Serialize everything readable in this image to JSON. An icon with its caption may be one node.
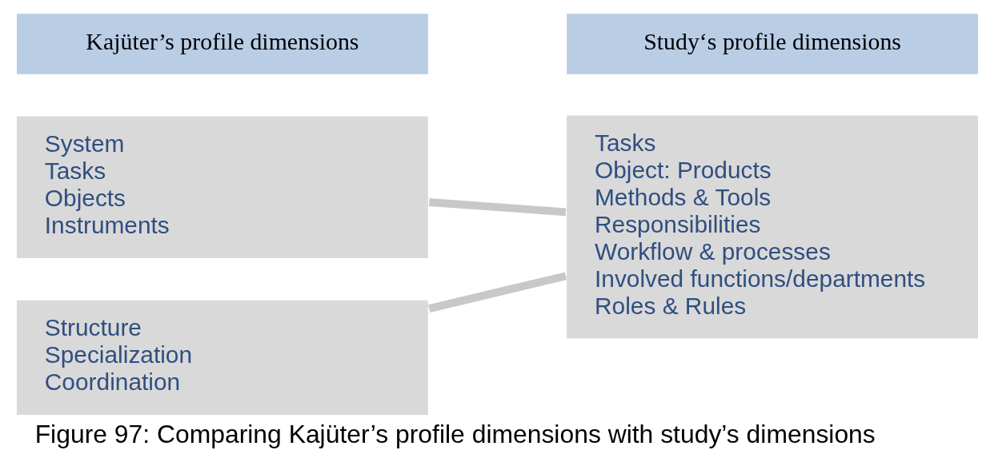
{
  "diagram": {
    "caption": "Figure 97: Comparing Kajüter’s profile dimensions with study’s dimensions",
    "nodes": [
      {
        "text": [
          "Kajüter’s profile dimensions"
        ]
      },
      {
        "text": [
          "Study‘s profile dimensions"
        ]
      },
      {
        "text": [
          "System",
          "Tasks",
          "Objects",
          "Instruments"
        ]
      },
      {
        "text": [
          "Structure",
          "Specialization",
          "Coordination"
        ]
      },
      {
        "text": [
          "Tasks",
          "Object: Products",
          "Methods & Tools",
          "Responsibilities",
          "Workflow & processes",
          "Involved functions/departments",
          "Roles & Rules"
        ]
      }
    ],
    "edges": [
      {
        "from": 2,
        "to": 4,
        "arrow": "none"
      },
      {
        "from": 3,
        "to": 4,
        "arrow": "none"
      }
    ]
  }
}
